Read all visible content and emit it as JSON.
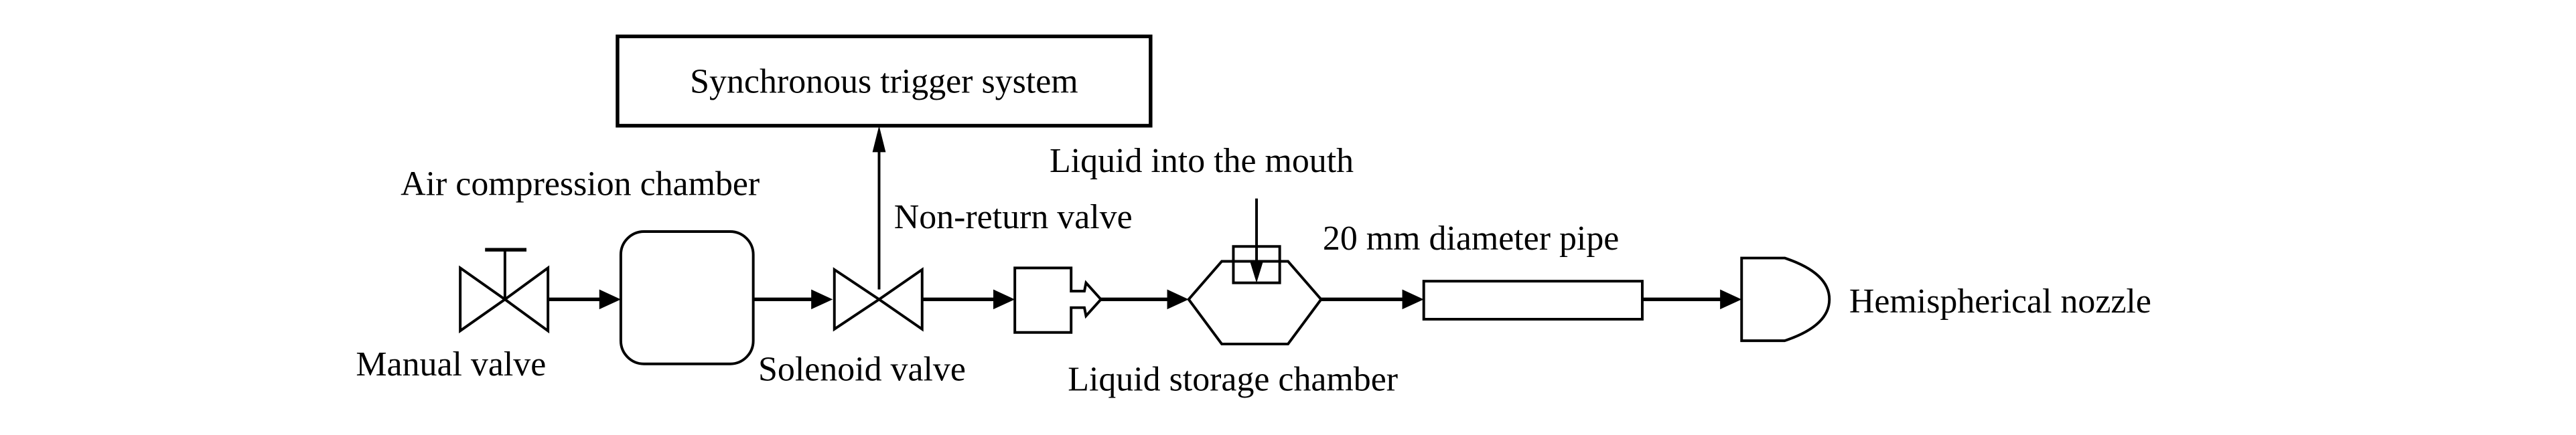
{
  "diagram": {
    "type": "flow-schematic",
    "colors": {
      "stroke": "#000000",
      "background": "#ffffff"
    },
    "nodes": [
      {
        "id": "synchronous-trigger-system",
        "label": "Synchronous trigger system",
        "shape": "rectangle"
      },
      {
        "id": "manual-valve",
        "label": "Manual valve",
        "shape": "valve-with-handle"
      },
      {
        "id": "air-compression-chamber",
        "label": "Air compression chamber",
        "shape": "rounded-rectangle"
      },
      {
        "id": "solenoid-valve",
        "label": "Solenoid valve",
        "shape": "valve"
      },
      {
        "id": "non-return-valve",
        "label": "Non-return valve",
        "shape": "check-valve"
      },
      {
        "id": "liquid-storage-chamber",
        "label": "Liquid storage chamber",
        "shape": "hexagon"
      },
      {
        "id": "liquid-into-the-mouth",
        "label": "Liquid into the mouth",
        "shape": "inlet-port"
      },
      {
        "id": "pipe",
        "label": "20 mm diameter pipe",
        "shape": "rectangle"
      },
      {
        "id": "hemispherical-nozzle",
        "label": "Hemispherical nozzle",
        "shape": "half-circle"
      }
    ],
    "edges": [
      {
        "from": "manual-valve",
        "to": "air-compression-chamber"
      },
      {
        "from": "air-compression-chamber",
        "to": "solenoid-valve"
      },
      {
        "from": "solenoid-valve",
        "to": "synchronous-trigger-system"
      },
      {
        "from": "solenoid-valve",
        "to": "non-return-valve"
      },
      {
        "from": "non-return-valve",
        "to": "liquid-storage-chamber"
      },
      {
        "from": "liquid-into-the-mouth",
        "to": "liquid-storage-chamber"
      },
      {
        "from": "liquid-storage-chamber",
        "to": "pipe"
      },
      {
        "from": "pipe",
        "to": "hemispherical-nozzle"
      }
    ]
  },
  "labels": {
    "trigger": "Synchronous trigger system",
    "air_chamber": "Air compression chamber",
    "manual_valve": "Manual valve",
    "solenoid_valve": "Solenoid valve",
    "non_return_valve": "Non-return valve",
    "liquid_inlet": "Liquid into the mouth",
    "liquid_storage": "Liquid storage chamber",
    "pipe": "20 mm diameter pipe",
    "nozzle": "Hemispherical nozzle"
  }
}
